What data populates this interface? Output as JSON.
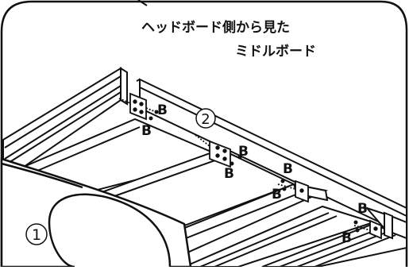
{
  "caption": {
    "line1": "ヘッドボード側から見た",
    "line2": "ミドルボード"
  },
  "callouts": {
    "part1": "①",
    "part2": "②"
  },
  "fastener_label": "B",
  "colors": {
    "stroke": "#111111",
    "fill": "#ffffff"
  }
}
